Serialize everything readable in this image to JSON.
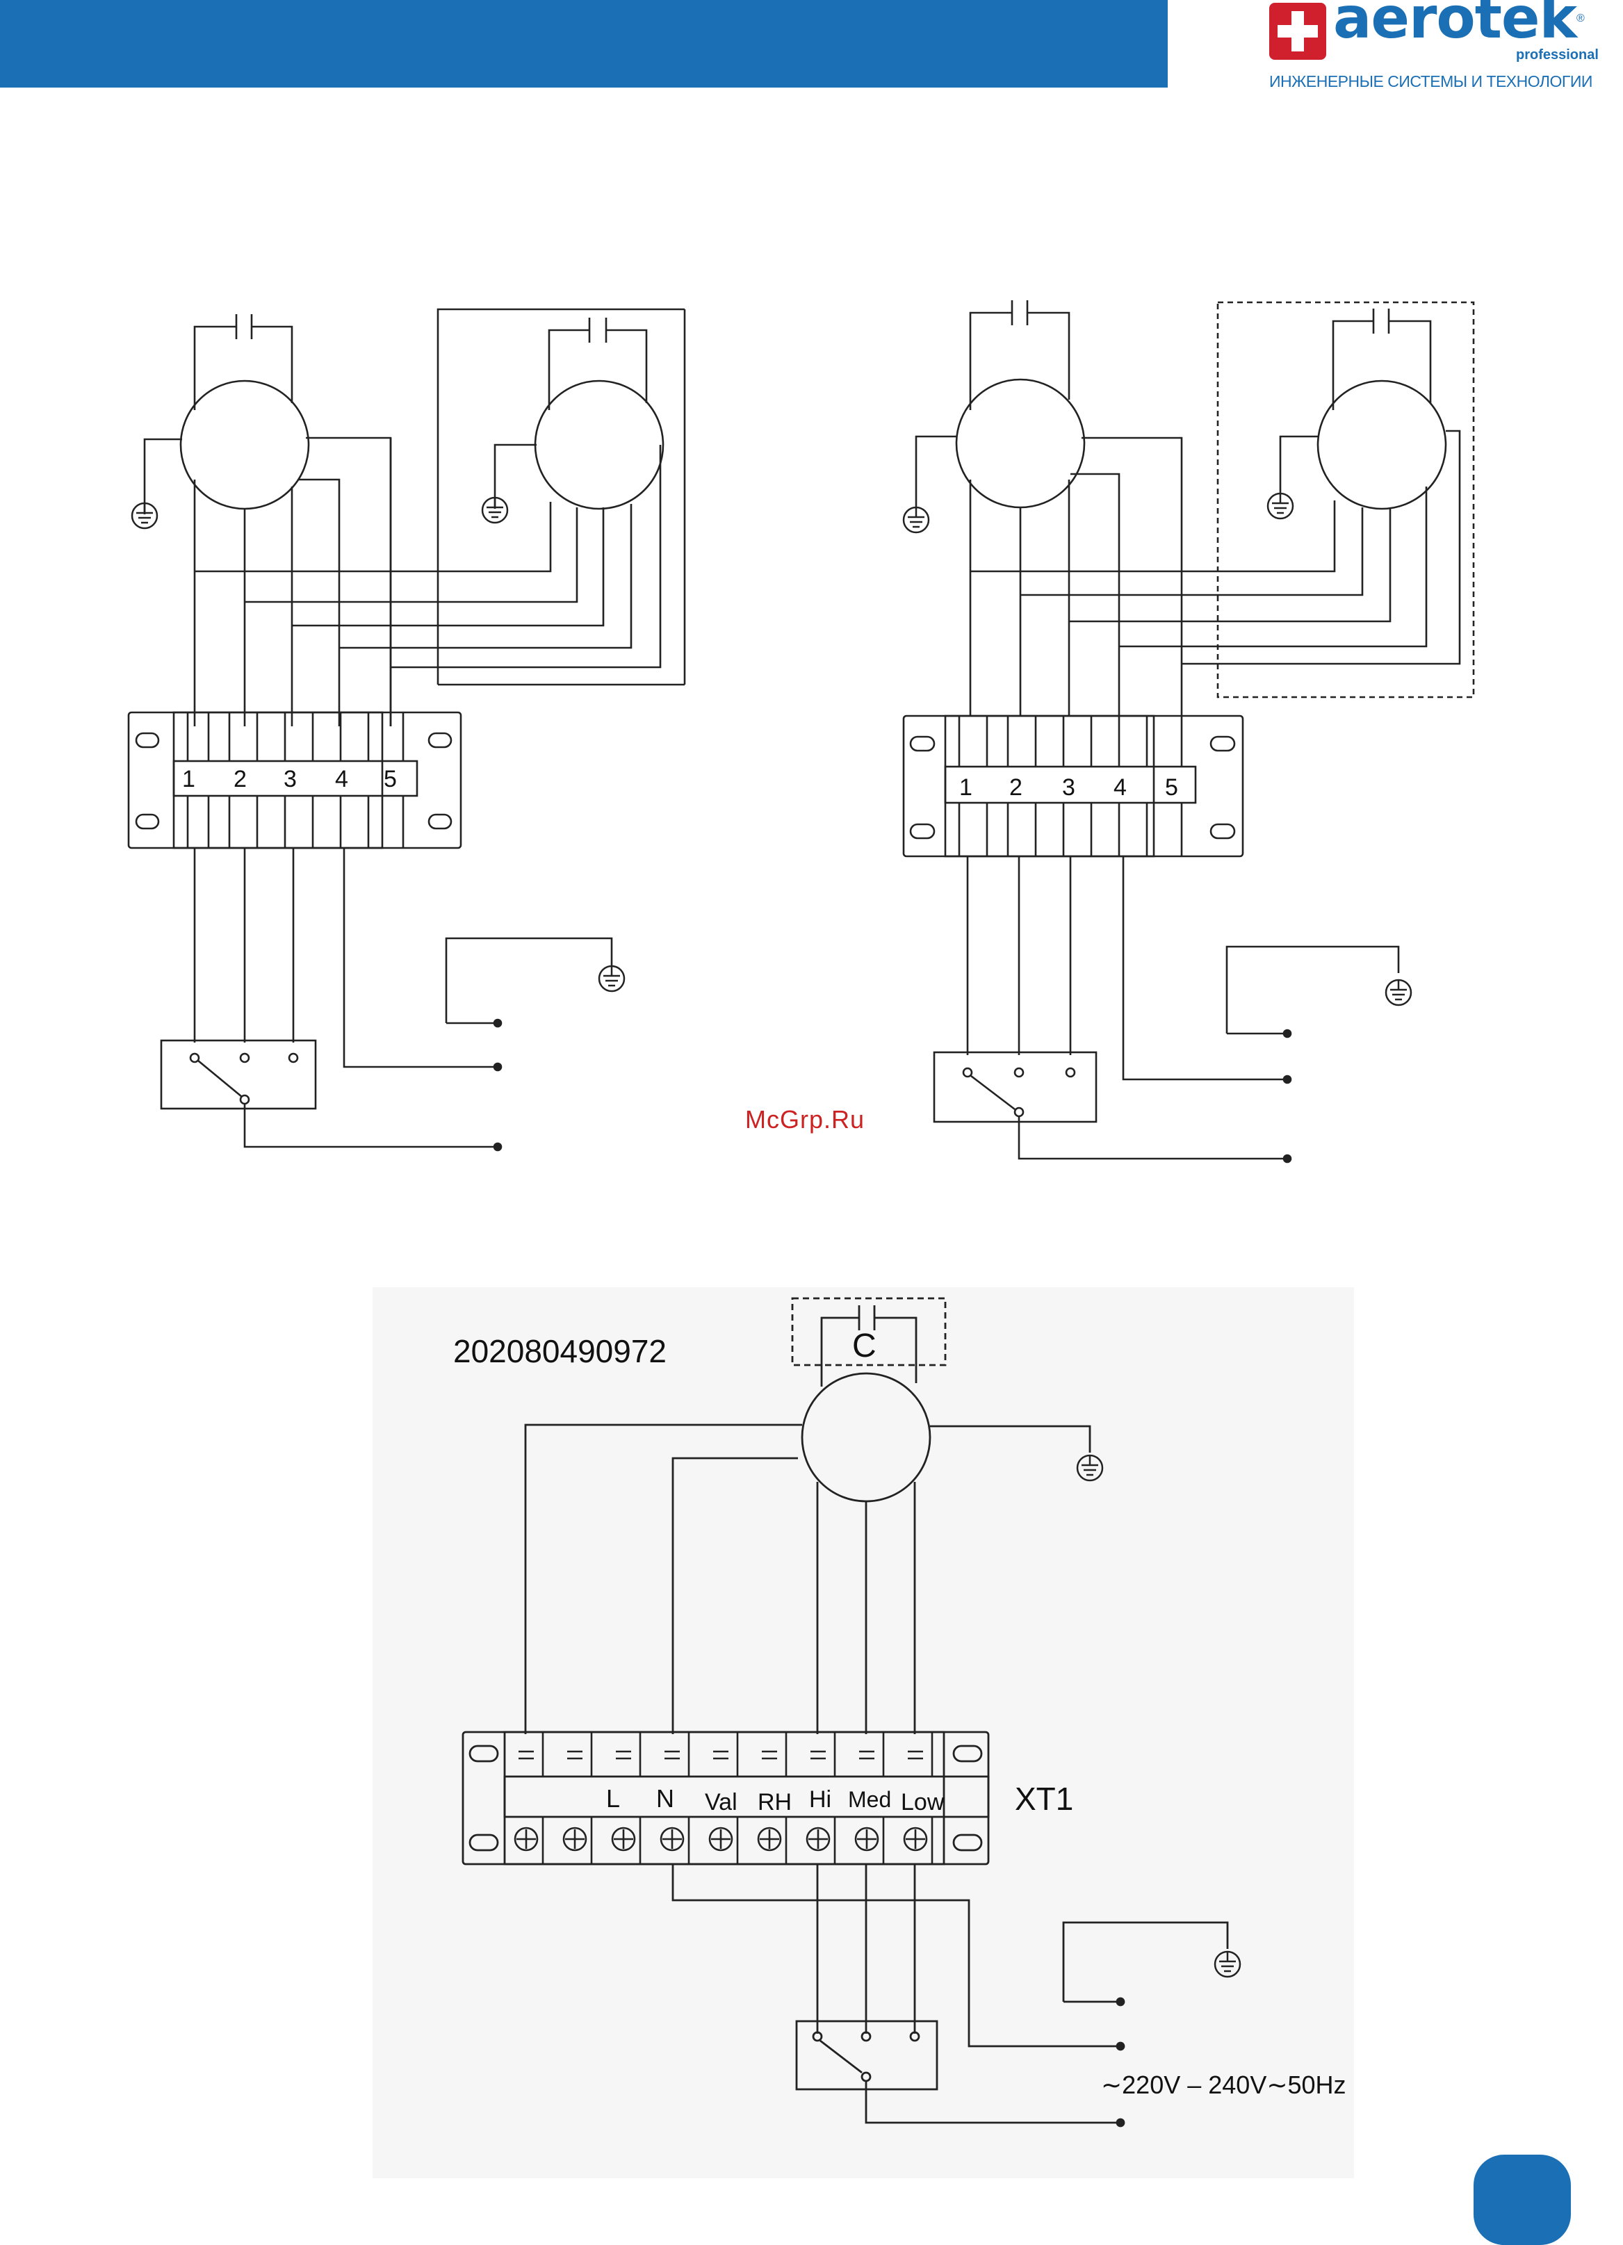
{
  "header": {
    "brand_name": "aerotek",
    "brand_reg": "®",
    "brand_sub": "professional",
    "brand_tagline": "ИНЖЕНЕРНЫЕ СИСТЕМЫ И ТЕХНОЛОГИИ",
    "brand_color": "#1a6fb5",
    "cross_color": "#d0202e"
  },
  "diagram_left": {
    "terminals": [
      "1",
      "2",
      "3",
      "4",
      "5"
    ]
  },
  "diagram_right": {
    "terminals": [
      "1",
      "2",
      "3",
      "4",
      "5"
    ]
  },
  "diagram_bottom": {
    "model_code": "202080490972",
    "capacitor_label": "C",
    "block_label": "XT1",
    "terminals": [
      "L",
      "N",
      "Val",
      "RH",
      "Hi",
      "Med",
      "Low"
    ],
    "supply_label": "∼220V – 240V∼50Hz"
  },
  "watermark": "McGrp.Ru"
}
